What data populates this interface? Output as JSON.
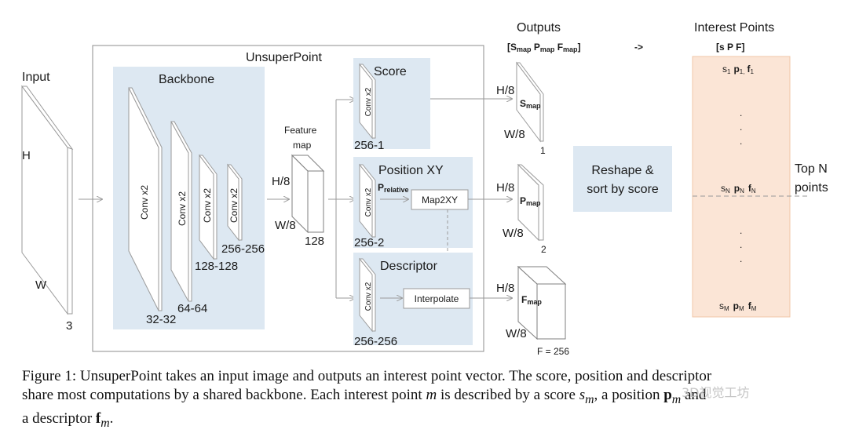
{
  "labels": {
    "input": "Input",
    "input_h": "H",
    "input_w": "W",
    "input_c": "3",
    "unsuperpoint": "UnsuperPoint",
    "backbone": "Backbone",
    "conv_x2": "Conv x2",
    "bb_ch1": "32-32",
    "bb_ch2": "64-64",
    "bb_ch3": "128-128",
    "bb_ch4": "256-256",
    "feature_map_1": "Feature",
    "feature_map_2": "map",
    "fm_h": "H/8",
    "fm_w": "W/8",
    "fm_c": "128",
    "score": "Score",
    "score_ch": "256-1",
    "position": "Position XY",
    "p_relative_main": "P",
    "p_relative_sub": "relative",
    "map2xy": "Map2XY",
    "position_ch": "256-2",
    "descriptor": "Descriptor",
    "interpolate": "Interpolate",
    "descriptor_ch": "256-256",
    "outputs": "Outputs",
    "outputs_vec": "[S",
    "outputs_vec_map1": "map",
    "outputs_vec_p": " P",
    "outputs_vec_map2": "map",
    "outputs_vec_f": " F",
    "outputs_vec_map3": "map",
    "outputs_vec_end": "]",
    "arrow_text": "->",
    "s_map_h": "H/8",
    "s_map_w": "W/8",
    "s_map_main": "S",
    "s_map_sub": "map",
    "s_map_c": "1",
    "p_map_h": "H/8",
    "p_map_w": "W/8",
    "p_map_main": "P",
    "p_map_sub": "map",
    "p_map_c": "2",
    "f_map_h": "H/8",
    "f_map_w": "W/8",
    "f_map_main": "F",
    "f_map_sub": "map",
    "f_map_c": "F = 256",
    "reshape_1": "Reshape &",
    "reshape_2": "sort by score",
    "interest_points": "Interest Points",
    "ip_vec": "[s   P   F]",
    "row1_s": "s",
    "row1_s_sub": "1",
    "row1_p": "p",
    "row1_p_sub": "1,",
    "row1_f": "f",
    "row1_f_sub": "1",
    "rowN_s": "s",
    "rowN_s_sub": "N",
    "rowN_p": "p",
    "rowN_p_sub": "N",
    "rowN_f": "f",
    "rowN_f_sub": "N",
    "rowM_s": "s",
    "rowM_s_sub": "M",
    "rowM_p": "p",
    "rowM_p_sub": "M",
    "rowM_f": "f",
    "rowM_f_sub": "M",
    "dot": ".",
    "top_n_1": "Top N",
    "top_n_2": "points"
  },
  "caption": {
    "line1": "Figure 1: UnsuperPoint takes an input image and outputs an interest point vector. The score, position and descriptor",
    "line2_a": "share most computations by a shared backbone. Each interest point ",
    "line2_m": "m",
    "line2_b": " is described by a score ",
    "line2_s": "s",
    "line2_sm": "m",
    "line2_c": ", a position ",
    "line2_p": "p",
    "line2_pm": "m",
    "line2_d": " and",
    "line3_a": "a descriptor ",
    "line3_f": "f",
    "line3_fm": "m",
    "line3_b": "."
  },
  "watermark": "3D视觉工坊",
  "colors": {
    "panel_blue": "#dde8f2",
    "panel_peach": "#fbe5d6",
    "panel_peach_border": "#f0c7a8",
    "arrow_gray": "#9a9a9a",
    "box_border": "#7f7f7f"
  }
}
